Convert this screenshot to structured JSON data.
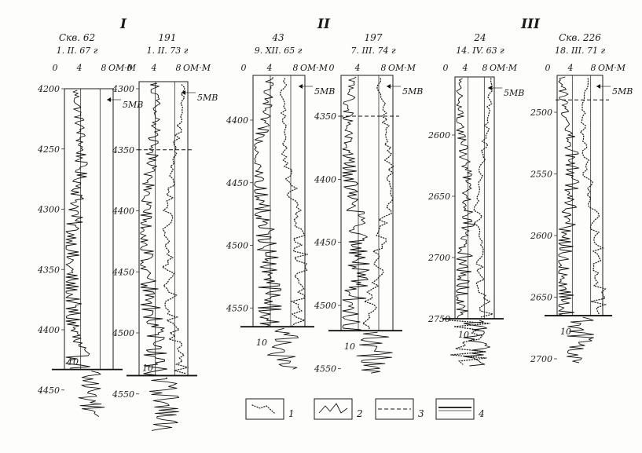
{
  "groups": [
    {
      "roman": "I",
      "wells": [
        "c0",
        "c1"
      ]
    },
    {
      "roman": "II",
      "wells": [
        "c2",
        "c3"
      ]
    },
    {
      "roman": "III",
      "wells": [
        "c4",
        "c5"
      ]
    }
  ],
  "columns": [
    {
      "id": "c0",
      "well": "Скв. 62",
      "date": "1. II. 67 г",
      "scale": {
        "ticks": [
          "0",
          "4",
          "8"
        ],
        "unit": "ОМ·М"
      },
      "mv_label": "5МВ",
      "ten_label": "10",
      "depth_ticks": [
        {
          "label": "4200",
          "v": 4200
        },
        {
          "label": "4250",
          "v": 4250
        },
        {
          "label": "4300",
          "v": 4300
        },
        {
          "label": "4350",
          "v": 4350
        },
        {
          "label": "4400",
          "v": 4400
        },
        {
          "label": "4450",
          "v": 4450
        }
      ],
      "contact_depth": 4433,
      "dashed_depth": null
    },
    {
      "id": "c1",
      "well": "191",
      "date": "1. II. 73 г",
      "scale": {
        "ticks": [
          "0",
          "4",
          "8"
        ],
        "unit": "ОМ·М"
      },
      "mv_label": "5МВ",
      "ten_label": "10",
      "depth_ticks": [
        {
          "label": "4300",
          "v": 4300
        },
        {
          "label": "4350",
          "v": 4350
        },
        {
          "label": "4400",
          "v": 4400
        },
        {
          "label": "4450",
          "v": 4450
        },
        {
          "label": "4500",
          "v": 4500
        },
        {
          "label": "4550",
          "v": 4550
        }
      ],
      "contact_depth": 4535,
      "dashed_depth": 4350
    },
    {
      "id": "c2",
      "well": "43",
      "date": "9. XII. 65 г",
      "scale": {
        "ticks": [
          "0",
          "4",
          "8"
        ],
        "unit": "ОМ·М"
      },
      "mv_label": "5МВ",
      "ten_label": "10",
      "depth_ticks": [
        {
          "label": "4400",
          "v": 4400
        },
        {
          "label": "4450",
          "v": 4450
        },
        {
          "label": "4500",
          "v": 4500
        },
        {
          "label": "4550",
          "v": 4550
        }
      ],
      "contact_depth": 4565,
      "dashed_depth": null
    },
    {
      "id": "c3",
      "well": "197",
      "date": "7. III. 74 г",
      "scale": {
        "ticks": [
          "0",
          "4",
          "8"
        ],
        "unit": "ОМ·М"
      },
      "mv_label": "5МВ",
      "ten_label": "10",
      "depth_ticks": [
        {
          "label": "4350",
          "v": 4350
        },
        {
          "label": "4400",
          "v": 4400
        },
        {
          "label": "4450",
          "v": 4450
        },
        {
          "label": "4500",
          "v": 4500
        },
        {
          "label": "4550",
          "v": 4550
        }
      ],
      "contact_depth": 4520,
      "dashed_depth": 4350
    },
    {
      "id": "c4",
      "well": "24",
      "date": "14. IV. 63 г",
      "scale": {
        "ticks": [
          "0",
          "4",
          "8"
        ],
        "unit": "ОМ·М"
      },
      "mv_label": "5МВ",
      "ten_label": "10",
      "depth_ticks": [
        {
          "label": "2600",
          "v": 2600
        },
        {
          "label": "2650",
          "v": 2650
        },
        {
          "label": "2700",
          "v": 2700
        },
        {
          "label": "2750",
          "v": 2750
        }
      ],
      "contact_depth": 2750,
      "dashed_depth": null
    },
    {
      "id": "c5",
      "well": "Скв. 226",
      "date": "18. III. 71 г",
      "scale": {
        "ticks": [
          "0",
          "4",
          "8"
        ],
        "unit": "ОМ·М"
      },
      "mv_label": "5МВ",
      "ten_label": "10",
      "depth_ticks": [
        {
          "label": "2500",
          "v": 2500
        },
        {
          "label": "2550",
          "v": 2550
        },
        {
          "label": "2600",
          "v": 2600
        },
        {
          "label": "2650",
          "v": 2650
        },
        {
          "label": "2700",
          "v": 2700
        }
      ],
      "contact_depth": 2665,
      "dashed_depth": 2490
    }
  ],
  "legend": [
    {
      "num": "1",
      "kind": "dotted"
    },
    {
      "num": "2",
      "kind": "solid"
    },
    {
      "num": "3",
      "kind": "dashed"
    },
    {
      "num": "4",
      "kind": "double"
    }
  ]
}
